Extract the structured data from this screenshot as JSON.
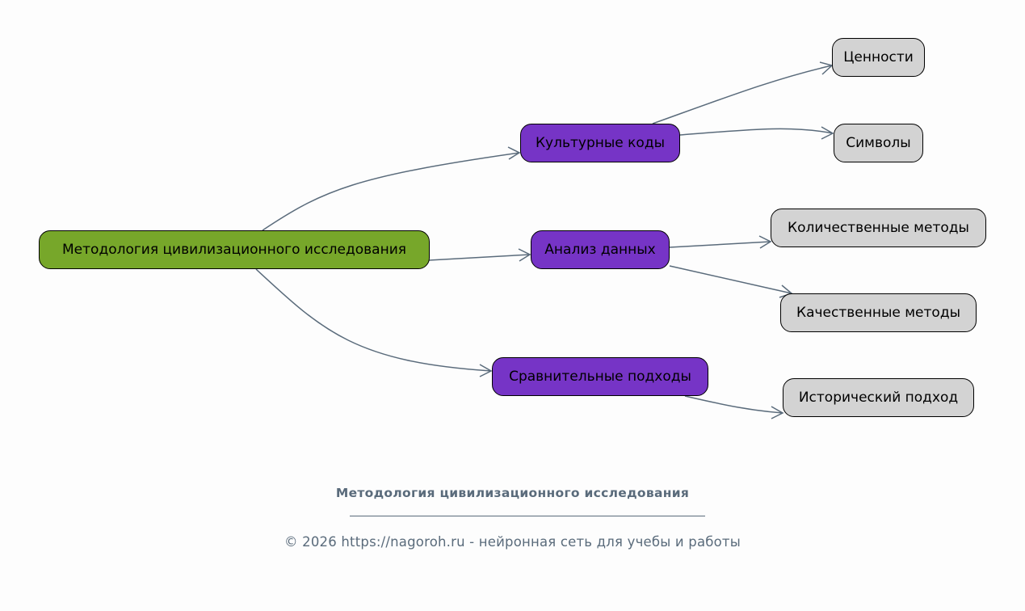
{
  "diagram": {
    "root": {
      "label": "Методология цивилизационного исследования"
    },
    "branches": [
      {
        "label": "Культурные коды",
        "children": [
          "Ценности",
          "Символы"
        ]
      },
      {
        "label": "Анализ данных",
        "children": [
          "Количественные методы",
          "Качественные методы"
        ]
      },
      {
        "label": "Сравнительные подходы",
        "children": [
          "Исторический подход"
        ]
      }
    ]
  },
  "footer": {
    "title": "Методология цивилизационного исследования",
    "copyright": "© 2026 https://nagoroh.ru - нейронная сеть для учебы и работы"
  },
  "colors": {
    "root_fill": "#77a72a",
    "branch_fill": "#7634c6",
    "leaf_fill": "#d3d3d3",
    "edge": "#5a6b7b",
    "footer_text": "#5a6b7b"
  }
}
